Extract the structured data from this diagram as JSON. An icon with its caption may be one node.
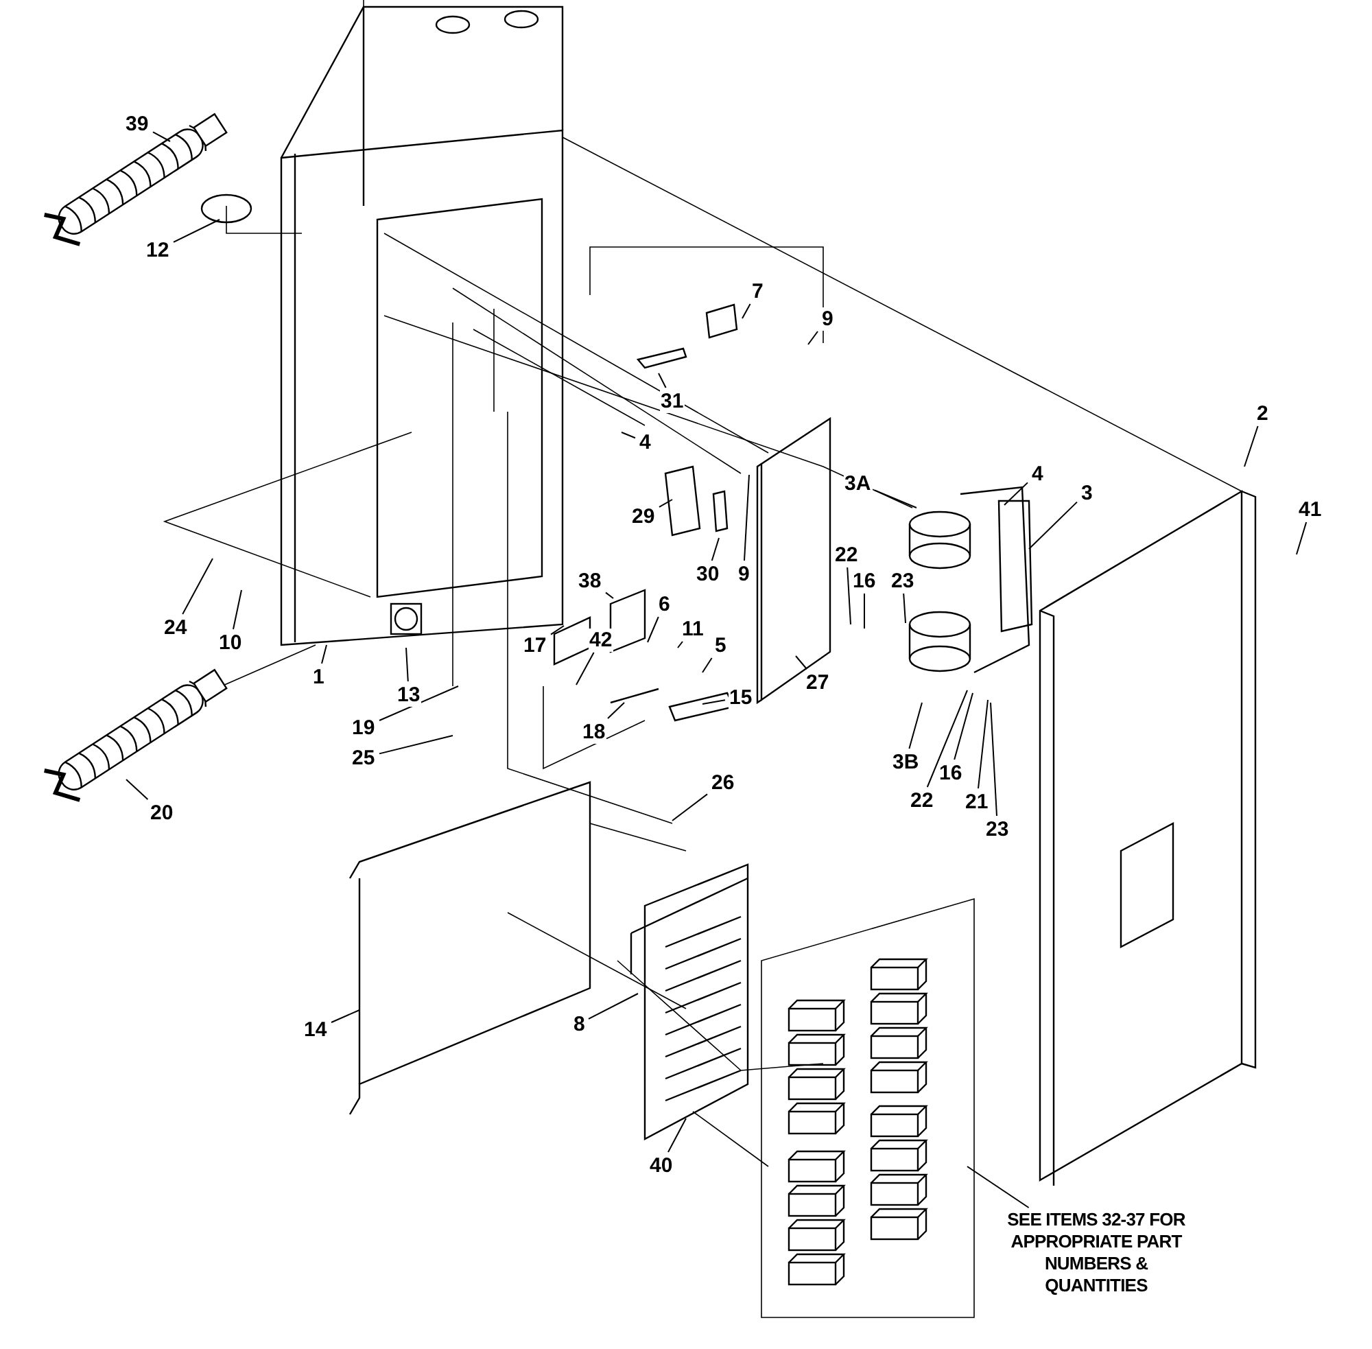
{
  "diagram": {
    "nodes": [
      {
        "text": [
          "39"
        ]
      },
      {
        "text": [
          "12"
        ]
      },
      {
        "text": [
          "7"
        ]
      },
      {
        "text": [
          "9"
        ]
      },
      {
        "text": [
          "31"
        ]
      },
      {
        "text": [
          "2"
        ]
      },
      {
        "text": [
          "4"
        ]
      },
      {
        "text": [
          "4"
        ]
      },
      {
        "text": [
          "3A"
        ]
      },
      {
        "text": [
          "3"
        ]
      },
      {
        "text": [
          "41"
        ]
      },
      {
        "text": [
          "29"
        ]
      },
      {
        "text": [
          "22"
        ]
      },
      {
        "text": [
          "30"
        ]
      },
      {
        "text": [
          "9"
        ]
      },
      {
        "text": [
          "16"
        ]
      },
      {
        "text": [
          "23"
        ]
      },
      {
        "text": [
          "38"
        ]
      },
      {
        "text": [
          "6"
        ]
      },
      {
        "text": [
          "24"
        ]
      },
      {
        "text": [
          "11"
        ]
      },
      {
        "text": [
          "42"
        ]
      },
      {
        "text": [
          "10"
        ]
      },
      {
        "text": [
          "17"
        ]
      },
      {
        "text": [
          "5"
        ]
      },
      {
        "text": [
          "1"
        ]
      },
      {
        "text": [
          "27"
        ]
      },
      {
        "text": [
          "15"
        ]
      },
      {
        "text": [
          "13"
        ]
      },
      {
        "text": [
          "19"
        ]
      },
      {
        "text": [
          "18"
        ]
      },
      {
        "text": [
          "25"
        ]
      },
      {
        "text": [
          "3B"
        ]
      },
      {
        "text": [
          "16"
        ]
      },
      {
        "text": [
          "26"
        ]
      },
      {
        "text": [
          "22"
        ]
      },
      {
        "text": [
          "21"
        ]
      },
      {
        "text": [
          "20"
        ]
      },
      {
        "text": [
          "23"
        ]
      },
      {
        "text": [
          "14"
        ]
      },
      {
        "text": [
          "8"
        ]
      },
      {
        "text": [
          "40"
        ]
      },
      {
        "text": [
          "SEE ITEMS 32-37 FOR APPROPRIATE PART NUMBERS & QUANTITIES"
        ]
      }
    ],
    "edges": [
      {
        "from": 0,
        "to": null,
        "arrow": "none"
      },
      {
        "from": 1,
        "to": null,
        "arrow": "none"
      },
      {
        "from": 2,
        "to": null,
        "arrow": "none"
      },
      {
        "from": 3,
        "to": null,
        "arrow": "none"
      },
      {
        "from": 4,
        "to": null,
        "arrow": "none"
      },
      {
        "from": 5,
        "to": null,
        "arrow": "none"
      },
      {
        "from": 6,
        "to": null,
        "arrow": "none"
      },
      {
        "from": 7,
        "to": null,
        "arrow": "none"
      },
      {
        "from": 8,
        "to": null,
        "arrow": "none"
      },
      {
        "from": 9,
        "to": null,
        "arrow": "none"
      },
      {
        "from": 10,
        "to": null,
        "arrow": "none"
      },
      {
        "from": 11,
        "to": null,
        "arrow": "none"
      },
      {
        "from": 12,
        "to": null,
        "arrow": "none"
      },
      {
        "from": 13,
        "to": null,
        "arrow": "none"
      },
      {
        "from": 14,
        "to": null,
        "arrow": "none"
      },
      {
        "from": 15,
        "to": null,
        "arrow": "none"
      },
      {
        "from": 16,
        "to": null,
        "arrow": "none"
      },
      {
        "from": 17,
        "to": null,
        "arrow": "none"
      },
      {
        "from": 18,
        "to": null,
        "arrow": "none"
      },
      {
        "from": 19,
        "to": null,
        "arrow": "none"
      },
      {
        "from": 20,
        "to": null,
        "arrow": "none"
      },
      {
        "from": 21,
        "to": null,
        "arrow": "none"
      },
      {
        "from": 22,
        "to": null,
        "arrow": "none"
      },
      {
        "from": 23,
        "to": null,
        "arrow": "none"
      },
      {
        "from": 24,
        "to": null,
        "arrow": "none"
      },
      {
        "from": 25,
        "to": null,
        "arrow": "none"
      },
      {
        "from": 26,
        "to": null,
        "arrow": "none"
      },
      {
        "from": 27,
        "to": null,
        "arrow": "none"
      },
      {
        "from": 28,
        "to": null,
        "arrow": "none"
      },
      {
        "from": 29,
        "to": null,
        "arrow": "none"
      },
      {
        "from": 30,
        "to": null,
        "arrow": "none"
      },
      {
        "from": 31,
        "to": null,
        "arrow": "none"
      },
      {
        "from": 32,
        "to": null,
        "arrow": "none"
      },
      {
        "from": 33,
        "to": null,
        "arrow": "none"
      },
      {
        "from": 34,
        "to": null,
        "arrow": "none"
      },
      {
        "from": 35,
        "to": null,
        "arrow": "none"
      },
      {
        "from": 36,
        "to": null,
        "arrow": "none"
      },
      {
        "from": 37,
        "to": null,
        "arrow": "none"
      },
      {
        "from": 38,
        "to": null,
        "arrow": "none"
      },
      {
        "from": 39,
        "to": null,
        "arrow": "none"
      },
      {
        "from": 40,
        "to": null,
        "arrow": "none"
      },
      {
        "from": 41,
        "to": null,
        "arrow": "none"
      },
      {
        "from": 42,
        "to": null,
        "arrow": "none"
      }
    ]
  }
}
